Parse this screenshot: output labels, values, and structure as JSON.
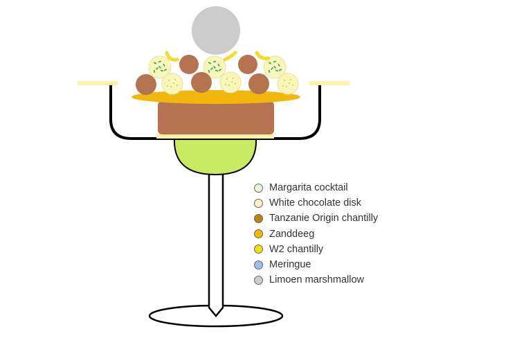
{
  "legend": {
    "items": [
      {
        "label": "Margarita cocktail",
        "color": "#e8f3dc"
      },
      {
        "label": "White chocolate disk",
        "color": "#fbf0c8"
      },
      {
        "label": "Tanzanie Origin chantilly",
        "color": "#b8860b"
      },
      {
        "label": "Zanddeeg",
        "color": "#f5b800"
      },
      {
        "label": "W2 chantilly",
        "color": "#f5e100"
      },
      {
        "label": "Meringue",
        "color": "#9ec0e6"
      },
      {
        "label": "Limoen marshmallow",
        "color": "#cccccc"
      }
    ]
  },
  "colors": {
    "glass_outline": "#000000",
    "cocktail": "#c9ea63",
    "disk": "#fdf3a8",
    "chocolate": "#b5744f",
    "sand_dough": "#f2b70c",
    "cream_balls": "#f8f6b8",
    "sprinkles": "#2e9d6a",
    "marshmallow": "#cccccc",
    "banana": "#f2dd2c"
  }
}
